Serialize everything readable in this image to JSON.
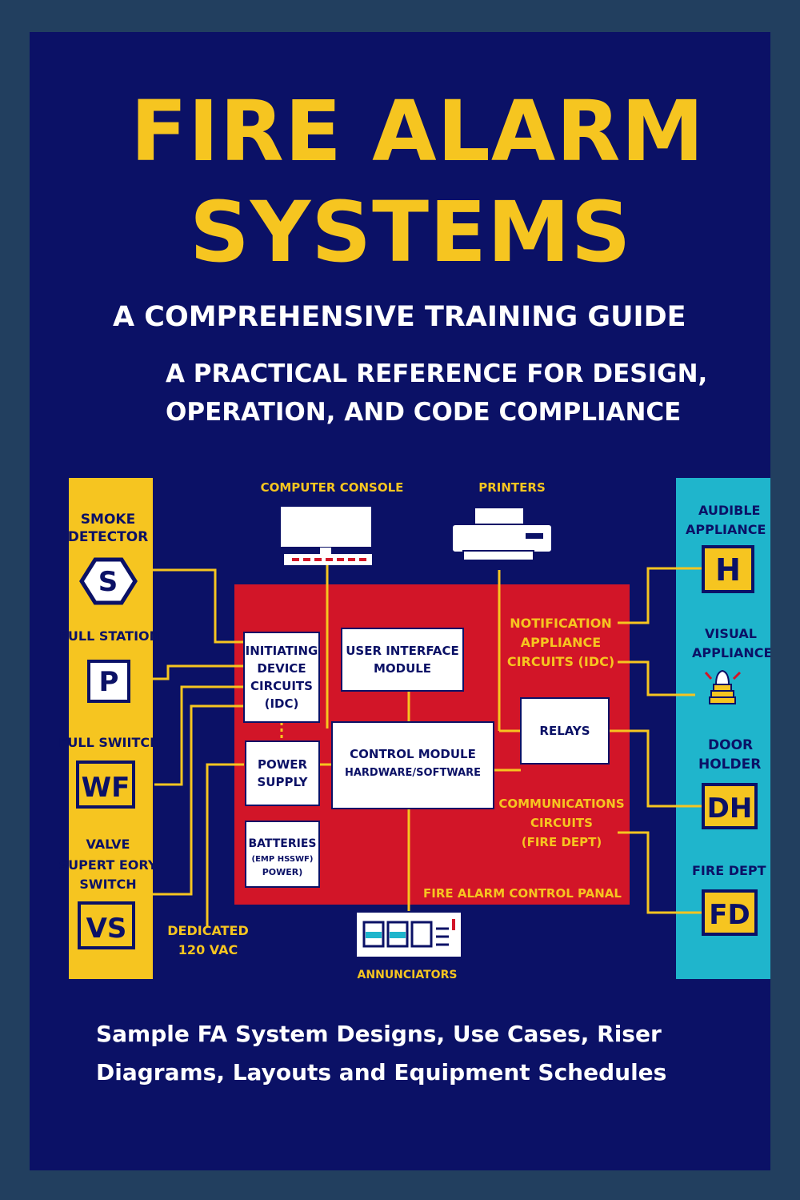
{
  "cover": {
    "title_line1": "FIRE ALARM",
    "title_line2": "SYSTEMS",
    "subtitle": "A COMPREHENSIVE TRAINING GUIDE",
    "tagline_line1": "A PRACTICAL REFERENCE FOR DESIGN,",
    "tagline_line2": "OPERATION, AND CODE COMPLIANCE",
    "bottom_line1": "Sample FA System Designs, Use Cases, Riser",
    "bottom_line2": "Diagrams, Layouts and Equipment Schedules"
  },
  "colors": {
    "background": "#0b1166",
    "title": "#f6c520",
    "panel": "#d21528",
    "left_column": "#f6c520",
    "right_column": "#1fb5cc",
    "wire": "#f6c520"
  },
  "diagram": {
    "top_labels": {
      "computer_console": "COMPUTER CONSOLE",
      "printers": "PRINTERS"
    },
    "left_devices": {
      "smoke_l1": "SMOKE",
      "smoke_l2": "DETECTOR",
      "smoke_symbol": "S",
      "station_label": "FULL STATION",
      "station_symbol": "P",
      "switch_label": "FULL SWIITCH",
      "switch_symbol": "WF",
      "valve_l1": "VALVE",
      "valve_l2": "SUPERT EORY",
      "valve_l3": "SWITCH",
      "valve_symbol": "VS"
    },
    "panel": {
      "idc_l1": "INITIATING",
      "idc_l2": "DEVICE",
      "idc_l3": "CIRCUITS",
      "idc_l4": "(IDC)",
      "ui_l1": "USER INTERFACE",
      "ui_l2": "MODULE",
      "power_l1": "POWER",
      "power_l2": "SUPPLY",
      "control_l1": "CONTROL MODULE",
      "control_l2": "HARDWARE/SOFTWARE",
      "batteries_l1": "BATTERIES",
      "batteries_l2": "(EMP HSSWF)",
      "batteries_l3": "POWER)",
      "relays": "RELAYS",
      "nac_l1": "NOTIFICATION",
      "nac_l2": "APPLIANCE",
      "nac_l3": "CIRCUITS (IDC)",
      "comm_l1": "COMMUNICATIONS",
      "comm_l2": "CIRCUITS",
      "comm_l3": "(FIRE DEPT)",
      "panel_name": "FIRE ALARM CONTROL PANAL"
    },
    "power_source_l1": "DEDICATED",
    "power_source_l2": "120 VAC",
    "annunciators": "ANNUNCIATORS",
    "right_devices": {
      "audible_l1": "AUDIBLE",
      "audible_l2": "APPLIANCE",
      "audible_symbol": "H",
      "visual_l1": "VISUAL",
      "visual_l2": "APPLIANCE",
      "door_l1": "DOOR",
      "door_l2": "HOLDER",
      "door_symbol": "DH",
      "firedept_label": "FIRE DEPT",
      "firedept_symbol": "FD"
    }
  }
}
